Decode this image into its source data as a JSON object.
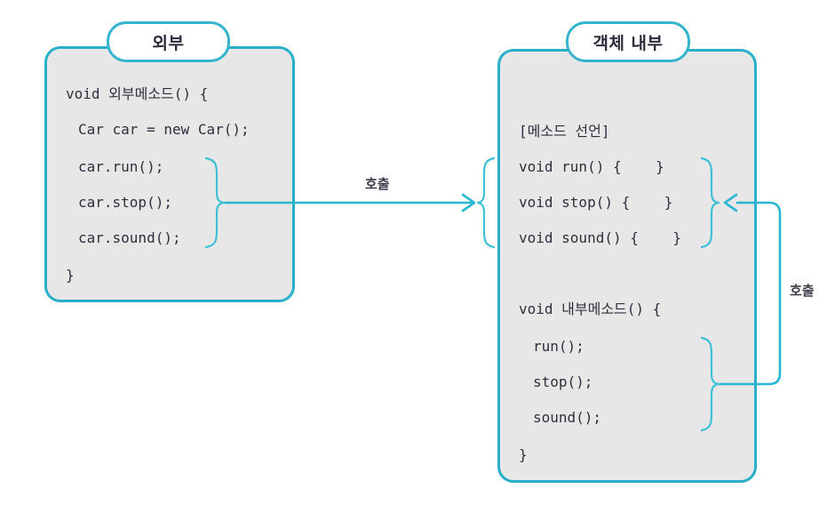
{
  "diagram": {
    "title": "Method call diagram (external vs object-internal)",
    "accent_color": "#29afc9",
    "panel_fill": "#e7e7e7",
    "text_color": "#2f2f3d"
  },
  "panels": {
    "external": {
      "tab_label": "외부",
      "code_lines": [
        "void 외부메소드() {",
        "Car car = new Car();",
        "car.run();",
        "car.stop();",
        "car.sound();",
        "}"
      ]
    },
    "internal": {
      "tab_label": "객체 내부",
      "code_lines": [
        "[메소드 선언]",
        "void run() {    }",
        "void stop() {    }",
        "void sound() {    }",
        "void 내부메소드() {",
        "run();",
        "stop();",
        "sound();",
        "}"
      ]
    }
  },
  "connectors": {
    "external_call_label": "호출",
    "internal_call_label": "호출"
  }
}
